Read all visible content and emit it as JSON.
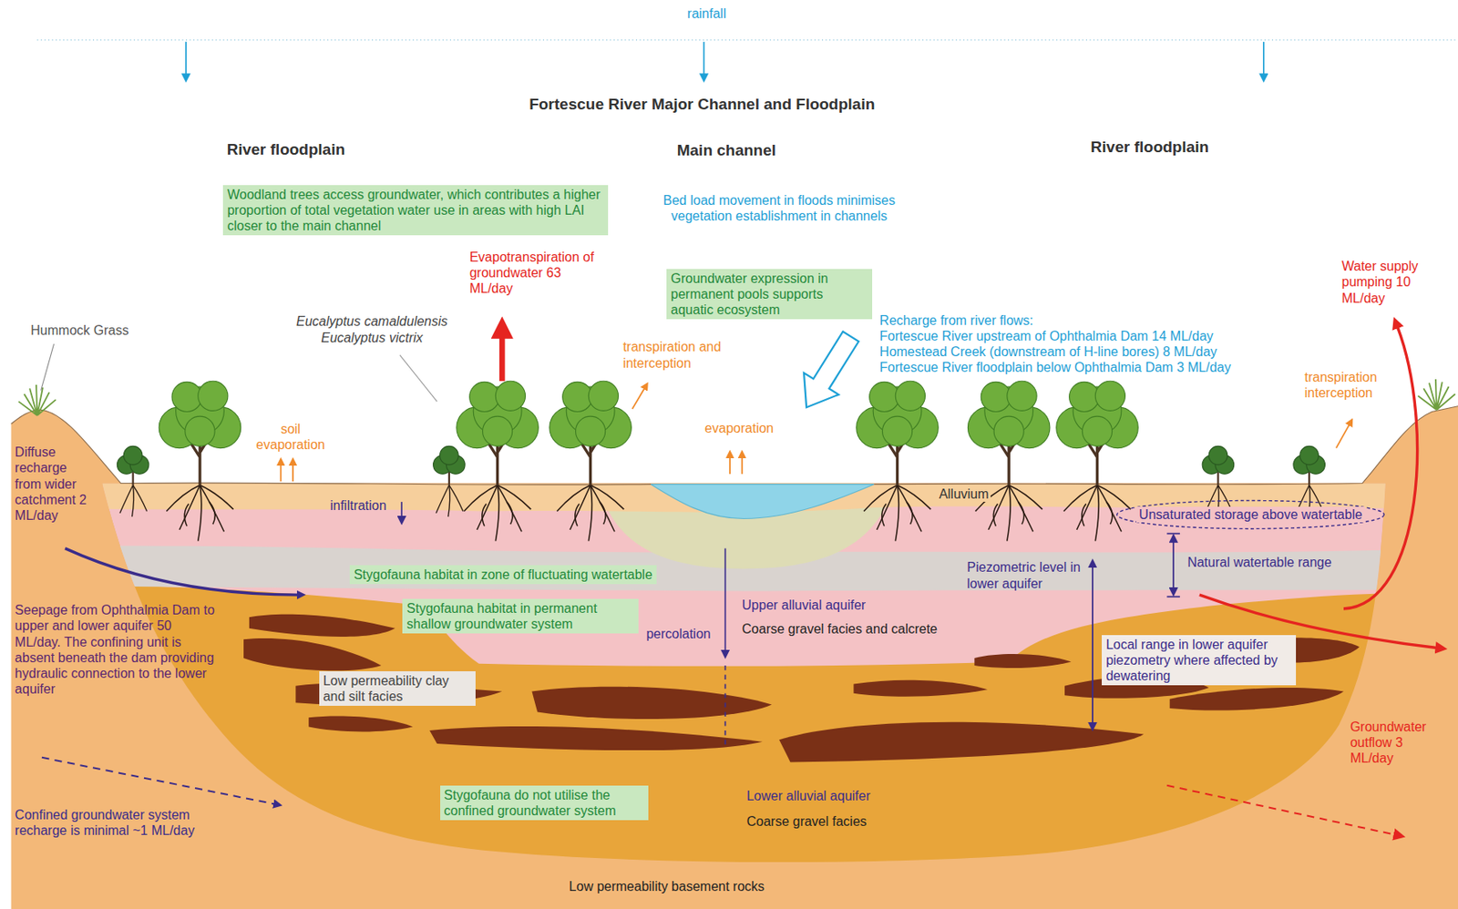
{
  "diagram": {
    "title": "Fortescue River Major Channel and Floodplain",
    "nodes": [
      {
        "text": [
          "Woodland trees access groundwater, which contributes a higher proportion of total vegetation water use in areas with high LAI closer to the main channel"
        ]
      },
      {
        "text": [
          "Groundwater expression in permanent pools supports aquatic ecosystem"
        ]
      },
      {
        "text": [
          "Unsaturated storage above watertable"
        ]
      },
      {
        "text": [
          "Stygofauna habitat in zone of fluctuating watertable"
        ]
      },
      {
        "text": [
          "Stygofauna habitat in permanent shallow groundwater system"
        ]
      },
      {
        "text": [
          "Local range in lower aquifer piezometry where affected by dewatering"
        ]
      },
      {
        "text": [
          "Low permeability clay and silt facies"
        ]
      },
      {
        "text": [
          "Stygofauna do not utilise the confined groundwater system"
        ]
      }
    ],
    "labels": [
      "rainfall",
      "River floodplain",
      "Main channel",
      "River floodplain",
      "Bed load movement in floods minimises vegetation establishment in channels",
      "Evapotranspiration of groundwater 63 ML/day",
      "Hummock Grass",
      "Eucalyptus camaldulensis",
      "Eucalyptus victrix",
      "transpiration and interception",
      "Recharge from river flows:",
      "Fortescue River upstream of Ophthalmia Dam 14 ML/day",
      "Homestead Creek (downstream of H-line bores) 8 ML/day",
      "Fortescue River floodplain below Ophthalmia Dam 3 ML/day",
      "Water supply pumping 10 ML/day",
      "transpiration interception",
      "soil evaporation",
      "evaporation",
      "Diffuse recharge from wider catchment 2 ML/day",
      "infiltration",
      "Alluvium",
      "Natural watertable range",
      "Piezometric level in lower aquifer",
      "Upper alluvial aquifer",
      "Coarse gravel facies and calcrete",
      "percolation",
      "Seepage from Ophthalmia Dam to upper and lower aquifer 50 ML/day. The confining unit is absent beneath the dam providing hydraulic connection to the lower aquifer",
      "Groundwater outflow 3 ML/day",
      "Lower alluvial aquifer",
      "Coarse gravel facies",
      "Confined groundwater system recharge is minimal ~1 ML/day",
      "Low permeability basement rocks"
    ]
  }
}
